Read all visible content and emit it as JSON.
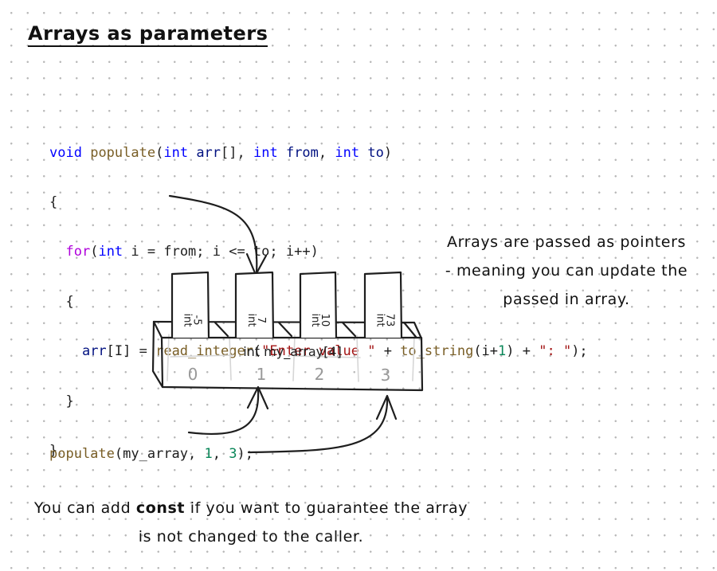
{
  "title": "Arrays as parameters",
  "code": {
    "line1": {
      "t1": "void",
      "t2": " ",
      "t3": "populate",
      "t4": "(",
      "t5": "int",
      "t6": " ",
      "t7": "arr",
      "t8": "[], ",
      "t9": "int",
      "t10": " ",
      "t11": "from",
      "t12": ", ",
      "t13": "int",
      "t14": " ",
      "t15": "to",
      "t16": ")"
    },
    "line2": "{",
    "line3": {
      "indent": "  ",
      "t1": "for",
      "t2": "(",
      "t3": "int",
      "t4": " i = from; i <= to; i++)"
    },
    "line4": "  {",
    "line5": {
      "indent": "    ",
      "t1": "arr",
      "t2": "[I] = ",
      "t3": "read_integer",
      "t4": "(",
      "t5": "\"Enter value \"",
      "t6": " + ",
      "t7": "to_string",
      "t8": "(i+",
      "t9": "1",
      "t10": ") + ",
      "t11": "\": \"",
      "t12": ");"
    },
    "line6": "  }",
    "line7": "}"
  },
  "array": {
    "label": "int my_array[4]",
    "values": [
      "-5",
      "7",
      "10",
      "73"
    ],
    "type_label": "int",
    "indices": [
      "0",
      "1",
      "2",
      "3"
    ]
  },
  "call": {
    "fn": "populate",
    "open": "(",
    "arg1": "my_array",
    "sep1": ", ",
    "arg2": "1",
    "sep2": ", ",
    "arg3": "3",
    "close": ");"
  },
  "notes": {
    "right": "Arrays are passed as pointers - meaning you can update the passed in array.",
    "bottom_before": "You can add ",
    "bottom_keyword": "const",
    "bottom_after": " if you want to guarantee the array is not changed to the caller."
  },
  "colors": {
    "keyword": "#0000ff",
    "control": "#af00db",
    "function": "#795e26",
    "variable": "#001080",
    "string": "#a31515",
    "number": "#098658",
    "index_text": "#999999"
  }
}
